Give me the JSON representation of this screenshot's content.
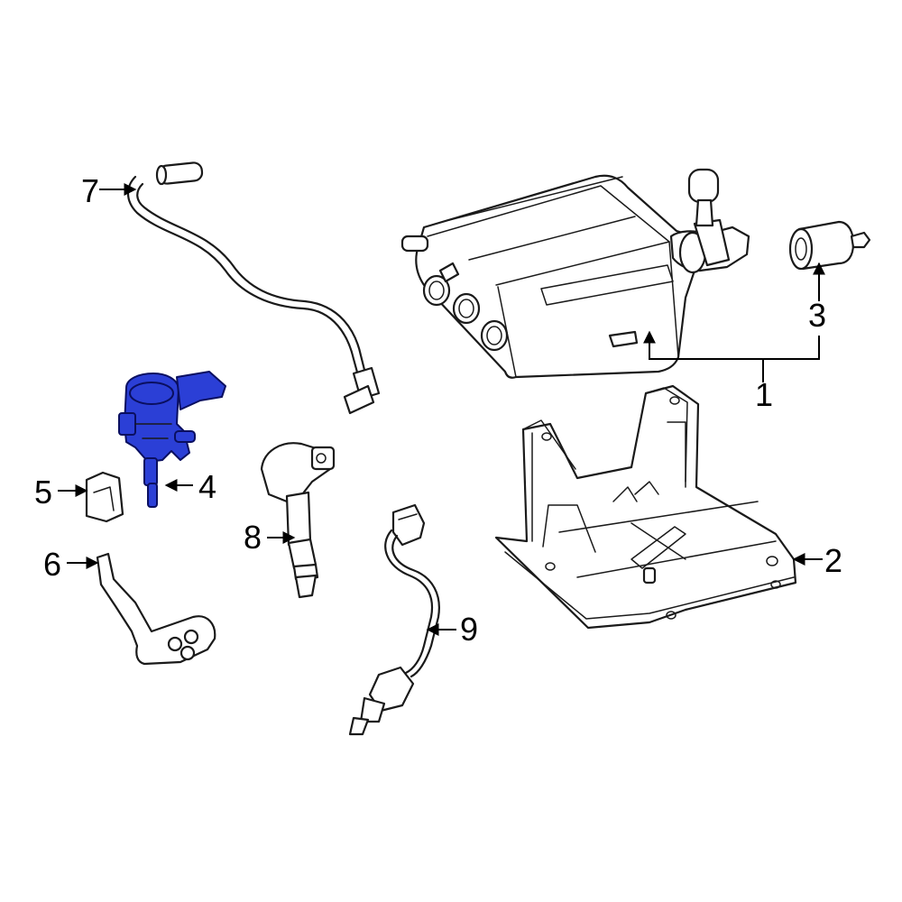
{
  "colors": {
    "highlight": "#2b3fd6",
    "highlight_dark": "#1a2a9e",
    "line": "#1a1a1a",
    "background": "#ffffff"
  },
  "highlighted_part": "4",
  "callouts": [
    {
      "id": "1",
      "label": "1"
    },
    {
      "id": "2",
      "label": "2"
    },
    {
      "id": "3",
      "label": "3"
    },
    {
      "id": "4",
      "label": "4"
    },
    {
      "id": "5",
      "label": "5"
    },
    {
      "id": "6",
      "label": "6"
    },
    {
      "id": "7",
      "label": "7"
    },
    {
      "id": "8",
      "label": "8"
    },
    {
      "id": "9",
      "label": "9"
    }
  ]
}
